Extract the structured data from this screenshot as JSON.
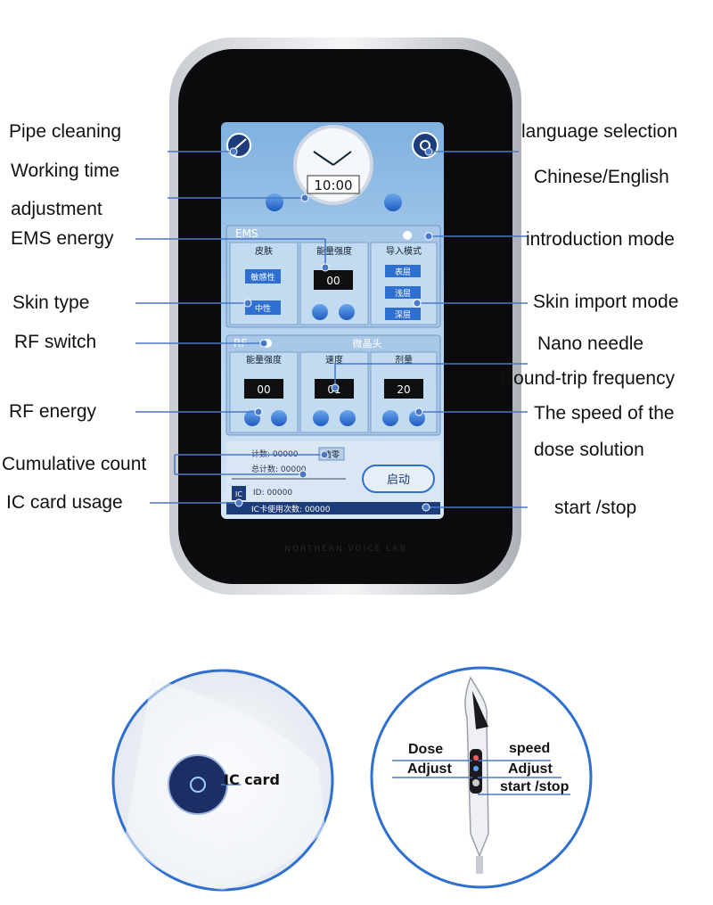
{
  "labels": {
    "pipe_cleaning": "Pipe cleaning",
    "working_time": "Working time",
    "adjustment": "adjustment",
    "ems_energy": "EMS energy",
    "skin_type": "Skin type",
    "rf_switch": "RF switch",
    "rf_energy": "RF energy",
    "cumulative_count": "Cumulative count",
    "ic_card_usage": "IC card usage",
    "language_selection": "language selection",
    "chinese_english": "Chinese/English",
    "introduction_mode": "introduction mode",
    "skin_import_mode": "Skin import mode",
    "nano_needle": "Nano needle",
    "round_trip_frequency": "Round-trip frequency",
    "speed_of_the": "The speed of the",
    "dose_solution": "dose solution",
    "start_stop": "start /stop"
  },
  "screen": {
    "clock_time": "10:00",
    "ems_title": "EMS",
    "skin_header": "皮肤",
    "energy_header": "能量强度",
    "import_header": "导入模式",
    "sensitive_btn": "敏感性",
    "neutral_btn": "中性",
    "ems_value": "00",
    "layer_surface": "表层",
    "layer_shallow": "浅层",
    "layer_deep": "深层",
    "rf_title": "RF",
    "nano_title": "微晶头",
    "rf_energy_header": "能量强度",
    "speed_header": "速度",
    "dose_header": "剂量",
    "rf_value": "00",
    "speed_value": "01",
    "dose_value": "20",
    "count_label": "计数: 00000",
    "clear_btn": "清零",
    "total_label": "总计数: 00000",
    "start_btn": "启动",
    "ic_badge": "IC",
    "id_label": "ID: 00000",
    "ic_usage_label": "IC卡使用次数: 00000",
    "bezel_text": "NORTHERN VOICE LAB"
  },
  "inset_ic": {
    "ic_card": "IC card"
  },
  "inset_handpiece": {
    "dose": "Dose",
    "adjust_left": "Adjust",
    "speed": "speed",
    "adjust_right": "Adjust",
    "start_stop": "start /stop"
  },
  "colors": {
    "line": "#4a78c8",
    "screen_bg": "#9fc1e3",
    "button_blue": "#2f6fd0",
    "bezel": "#0b0b0d"
  }
}
